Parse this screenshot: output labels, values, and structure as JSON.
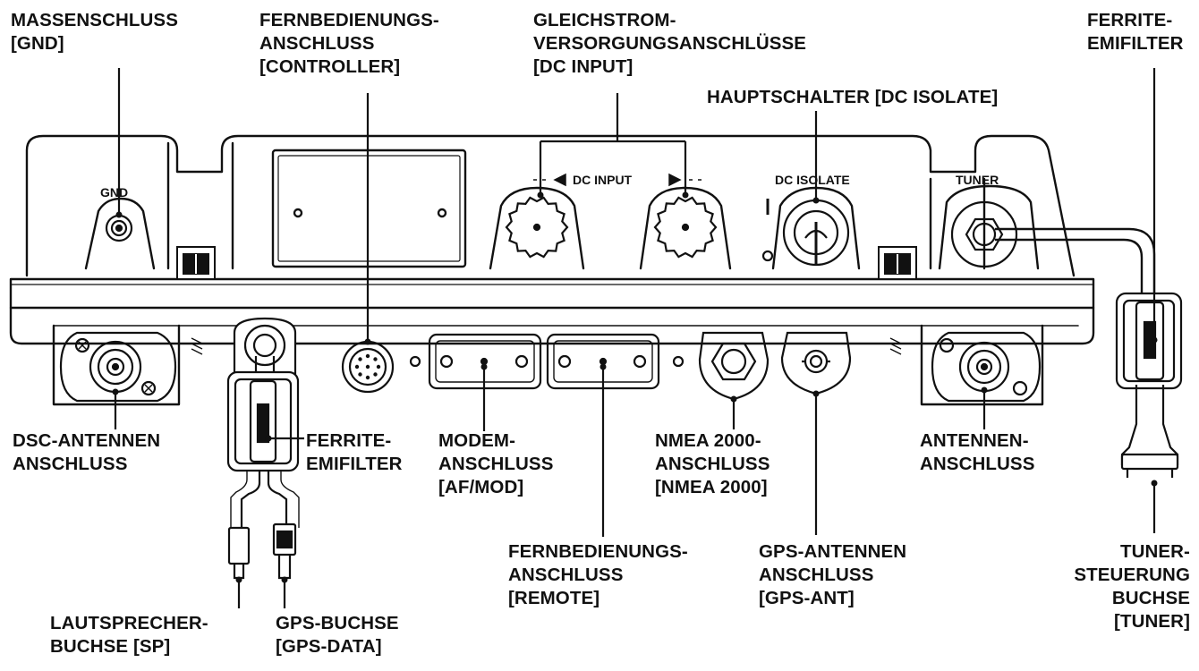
{
  "colors": {
    "ink": "#111111",
    "body_fill": "#ffffff",
    "shade": "#d8d8d8"
  },
  "panel_text": {
    "gnd": "GND",
    "dc_input": "DC INPUT",
    "dc_isolate": "DC ISOLATE",
    "tuner": "TUNER",
    "switch_on": "I",
    "switch_off": "O"
  },
  "callouts": {
    "gnd": [
      "MASSENSCHLUSS",
      "[GND]"
    ],
    "controller": [
      "FERNBEDIENUNGS-",
      "ANSCHLUSS",
      "[CONTROLLER]"
    ],
    "dc_input": [
      "GLEICHSTROM-",
      "VERSORGUNGSANSCHLÜSSE",
      "[DC INPUT]"
    ],
    "dc_isolate": [
      "HAUPTSCHALTER [DC ISOLATE]"
    ],
    "ferrite_top": [
      "FERRITE-",
      "EMIFILTER"
    ],
    "dsc_antenna": [
      "DSC-ANTENNEN",
      "ANSCHLUSS"
    ],
    "ferrite_mid": [
      "FERRITE-",
      "EMIFILTER"
    ],
    "modem": [
      "MODEM-",
      "ANSCHLUSS",
      "[AF/MOD]"
    ],
    "nmea": [
      "NMEA 2000-",
      "ANSCHLUSS",
      "[NMEA 2000]"
    ],
    "antenna": [
      "ANTENNEN-",
      "ANSCHLUSS"
    ],
    "remote": [
      "FERNBEDIENUNGS-",
      "ANSCHLUSS",
      "[REMOTE]"
    ],
    "gps_antenna": [
      "GPS-ANTENNEN",
      "ANSCHLUSS",
      "[GPS-ANT]"
    ],
    "tuner_socket": [
      "TUNER-",
      "STEUERUNG",
      "BUCHSE",
      "[TUNER]"
    ],
    "speaker": [
      "LAUTSPRECHER-",
      "BUCHSE [SP]"
    ],
    "gps_data": [
      "GPS-BUCHSE",
      "[GPS-DATA]"
    ]
  }
}
